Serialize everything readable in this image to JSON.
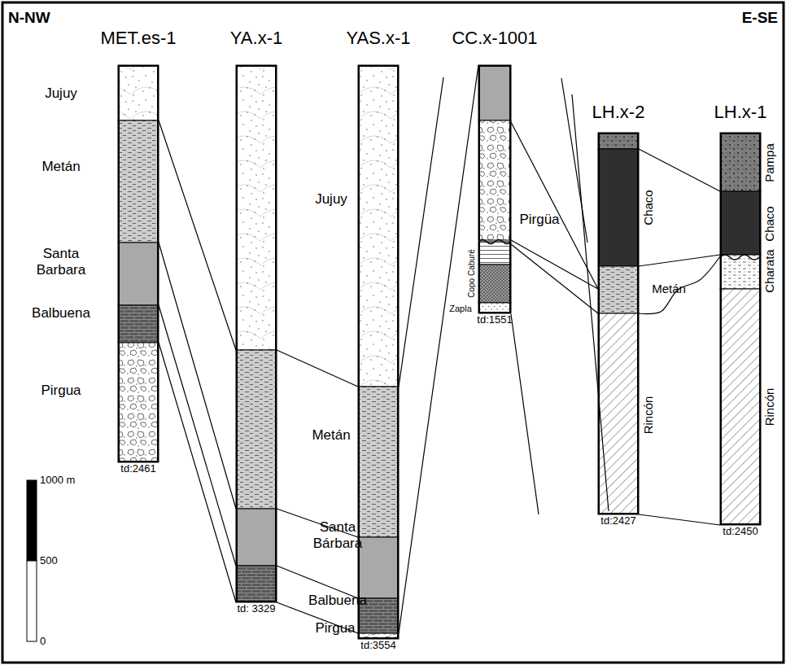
{
  "diagram": {
    "nodes": [
      {
        "text": [
          "MET.es-1",
          "td:2461"
        ]
      },
      {
        "text": [
          "YA.x-1",
          "td: 3329"
        ]
      },
      {
        "text": [
          "YAS.x-1",
          "td:3554"
        ]
      },
      {
        "text": [
          "CC.x-1001",
          "td:1551"
        ]
      },
      {
        "text": [
          "LH.x-2",
          "td:2427"
        ]
      },
      {
        "text": [
          "LH.x-1",
          "td:2450"
        ]
      }
    ],
    "edges": [
      {
        "from": 0,
        "to": 1,
        "arrow": "none"
      },
      {
        "from": 0,
        "to": 1,
        "arrow": "none"
      },
      {
        "from": 0,
        "to": 1,
        "arrow": "none"
      },
      {
        "from": 0,
        "to": 1,
        "arrow": "none"
      },
      {
        "from": 1,
        "to": 2,
        "arrow": "none"
      },
      {
        "from": 1,
        "to": 2,
        "arrow": "none"
      },
      {
        "from": 1,
        "to": 2,
        "arrow": "none"
      },
      {
        "from": 1,
        "to": 2,
        "arrow": "none"
      },
      {
        "from": 2,
        "to": 3,
        "arrow": "none"
      },
      {
        "from": 3,
        "to": 4,
        "arrow": "none"
      },
      {
        "from": 3,
        "to": 4,
        "arrow": "none"
      },
      {
        "from": 3,
        "to": 4,
        "arrow": "none"
      },
      {
        "from": 4,
        "to": 5,
        "arrow": "none"
      },
      {
        "from": 4,
        "to": 5,
        "arrow": "none"
      },
      {
        "from": 4,
        "to": 5,
        "arrow": "none"
      },
      {
        "from": 4,
        "to": 5,
        "arrow": "none"
      }
    ],
    "labels": [
      "N-NW",
      "E-SE",
      "Jujuy",
      "Metán",
      "Santa Barbara",
      "Balbuena",
      "Pirgua",
      "Jujuy",
      "Metán",
      "Santa Bárbara",
      "Balbuena",
      "Pirgua",
      "Pirgüa",
      "Copo Caburé",
      "Zapla",
      "Chaco",
      "Metán",
      "Rincón",
      "Pampa",
      "Chaco",
      "Charata",
      "Rincón",
      "1000 m",
      "500",
      "0"
    ]
  }
}
